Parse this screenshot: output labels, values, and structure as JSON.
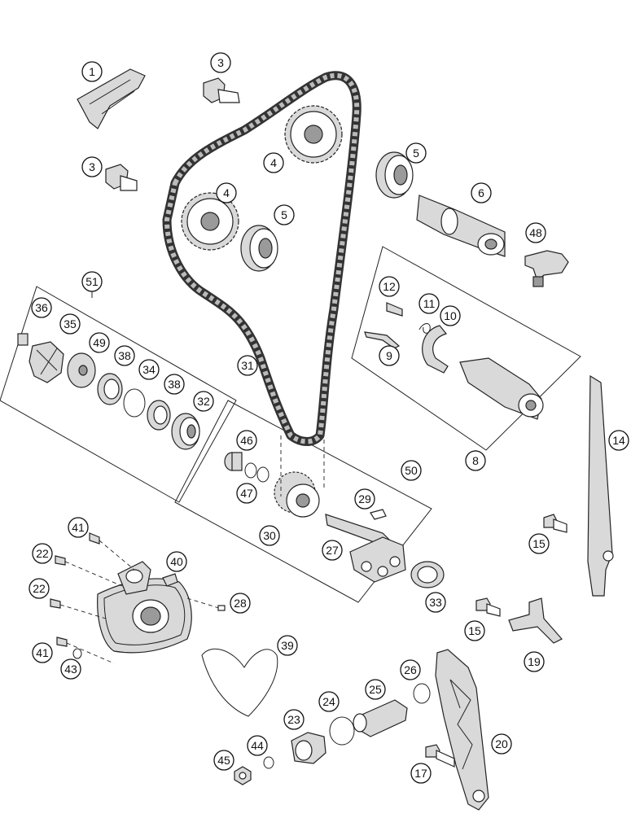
{
  "callouts": [
    {
      "label": "1"
    },
    {
      "label": "3"
    },
    {
      "label": "3"
    },
    {
      "label": "4"
    },
    {
      "label": "4"
    },
    {
      "label": "5"
    },
    {
      "label": "5"
    },
    {
      "label": "6"
    },
    {
      "label": "48"
    },
    {
      "label": "51"
    },
    {
      "label": "36"
    },
    {
      "label": "35"
    },
    {
      "label": "49"
    },
    {
      "label": "38"
    },
    {
      "label": "34"
    },
    {
      "label": "38"
    },
    {
      "label": "32"
    },
    {
      "label": "31"
    },
    {
      "label": "12"
    },
    {
      "label": "11"
    },
    {
      "label": "10"
    },
    {
      "label": "9"
    },
    {
      "label": "8"
    },
    {
      "label": "14"
    },
    {
      "label": "46"
    },
    {
      "label": "47"
    },
    {
      "label": "50"
    },
    {
      "label": "29"
    },
    {
      "label": "30"
    },
    {
      "label": "27"
    },
    {
      "label": "15"
    },
    {
      "label": "41"
    },
    {
      "label": "22"
    },
    {
      "label": "40"
    },
    {
      "label": "22"
    },
    {
      "label": "28"
    },
    {
      "label": "33"
    },
    {
      "label": "15"
    },
    {
      "label": "19"
    },
    {
      "label": "41"
    },
    {
      "label": "43"
    },
    {
      "label": "39"
    },
    {
      "label": "26"
    },
    {
      "label": "25"
    },
    {
      "label": "24"
    },
    {
      "label": "23"
    },
    {
      "label": "20"
    },
    {
      "label": "44"
    },
    {
      "label": "45"
    },
    {
      "label": "17"
    }
  ]
}
